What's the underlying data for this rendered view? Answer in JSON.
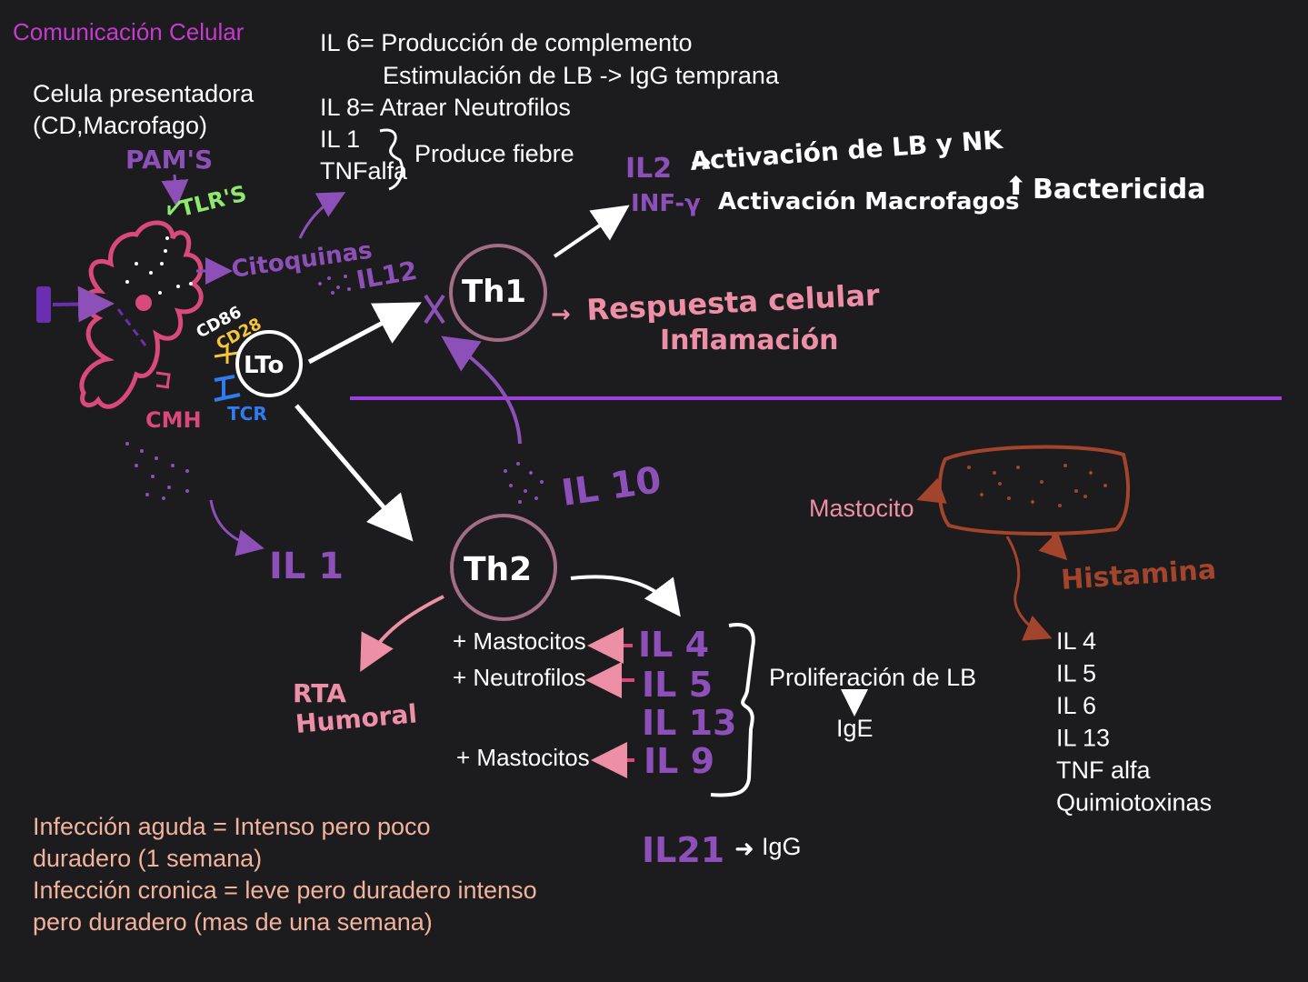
{
  "title": "Comunicación Celular",
  "colors": {
    "background": "#1c1b1d",
    "title": "#c63ad0",
    "white": "#ffffff",
    "purple": "#8d4fb8",
    "violet_line": "#9c3fe0",
    "pink": "#ee8fa8",
    "magenta_cell": "#d9497a",
    "salmon": "#f2b39c",
    "rust": "#a3442c",
    "green": "#8ee96f",
    "yellow": "#f5c63a",
    "blue": "#2e7cf0",
    "deep_purple": "#6a2fb0"
  },
  "apc": {
    "label_line1": "Celula presentadora",
    "label_line2": "(CD,Macrofago)",
    "pams": "PAM'S",
    "tlrs": "TLR'S",
    "citoquinas": "Citoquinas",
    "cd86": "CD86",
    "cd28": "CD28",
    "cmh": "CMH",
    "tcr": "TCR",
    "lto": "LTo"
  },
  "cytokines_top": {
    "il6": "IL 6= Producción de complemento",
    "il6_b": "Estimulación de LB -> IgG temprana",
    "il8": "IL 8= Atraer Neutrofilos",
    "il1": "IL 1",
    "tnfalfa": "TNFalfa",
    "fiebre": "Produce fiebre"
  },
  "th1": {
    "label": "Th1",
    "il12": "IL12",
    "il2": "IL2",
    "il2_text": "Activación de LB y NK",
    "infg": "INF-γ",
    "infg_text": "Activación Macrofagos",
    "bactericida": "Bactericida",
    "respuesta": "Respuesta celular",
    "inflamacion": "Inflamación"
  },
  "th2": {
    "label": "Th2",
    "il10": "IL 10",
    "il1_bottom": "IL 1",
    "rta1": "RTA",
    "rta2": "Humoral",
    "mast1": "+ Mastocitos",
    "neut": "+ Neutrofilos",
    "mast2": "+ Mastocitos",
    "il4": "IL 4",
    "il5": "IL 5",
    "il13": "IL 13",
    "il9": "IL 9",
    "prolif": "Proliferación de LB",
    "ige": "IgE",
    "il21": "IL21",
    "igg": "IgG"
  },
  "mastocito": {
    "label": "Mastocito",
    "histamina": "Histamina",
    "products": [
      "IL 4",
      "IL 5",
      "IL 6",
      "IL 13",
      "TNF alfa",
      "Quimiotoxinas"
    ]
  },
  "notes": [
    "Infección aguda  =   Intenso pero poco",
    "duradero (1 semana)",
    "Infección cronica = leve pero duradero intenso",
    "pero duradero (mas de una semana)"
  ]
}
